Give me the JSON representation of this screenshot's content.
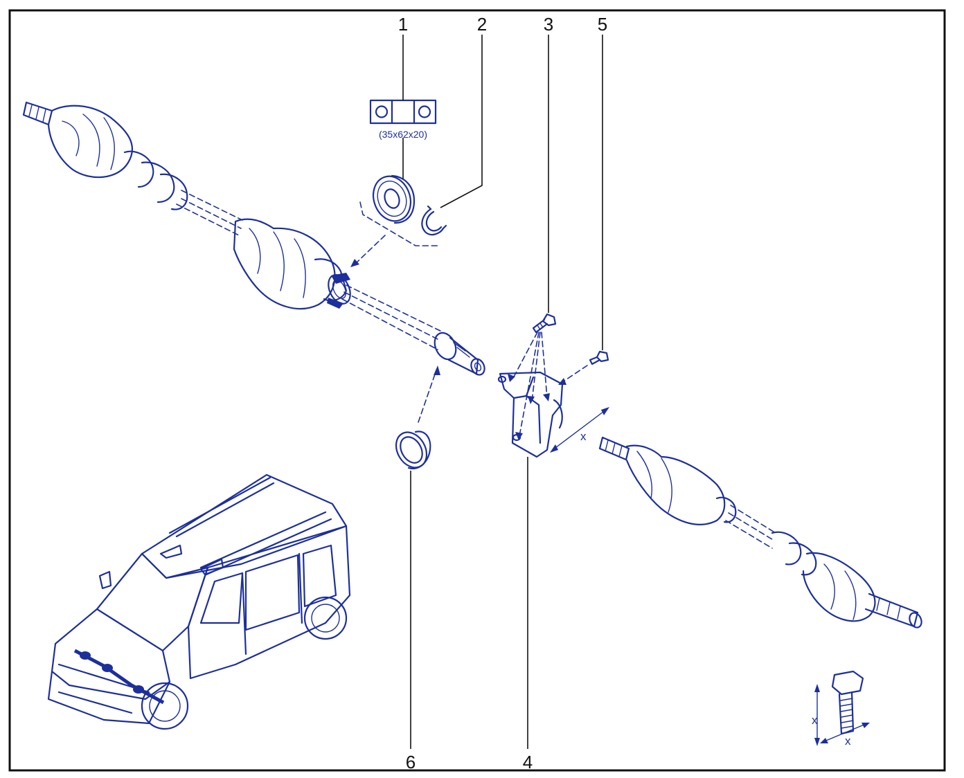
{
  "diagram": {
    "callouts": [
      "1",
      "2",
      "3",
      "4",
      "5",
      "6"
    ],
    "bearing_size": "(35x62x20)",
    "dimension_label": "x",
    "colors": {
      "line": "#1c2f9c",
      "leader": "#111111",
      "frame": "#111111"
    },
    "icons": [
      "bearing-symbol-icon",
      "vehicle-location-icon",
      "bolt-detail-icon"
    ]
  }
}
